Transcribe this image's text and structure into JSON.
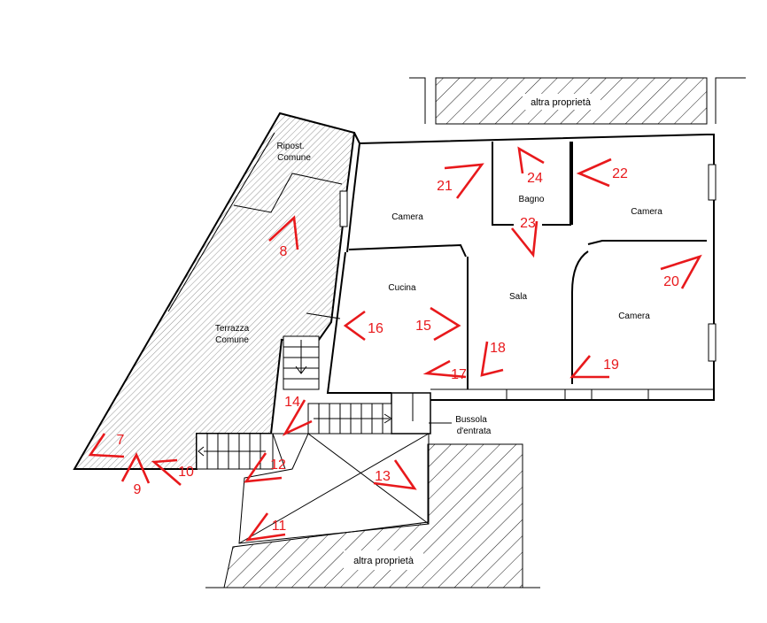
{
  "rooms": {
    "altra_top": "altra proprietà",
    "altra_bottom": "altra proprietà",
    "ripost_1": "Ripost.",
    "ripost_2": "Comune",
    "camera_left": "Camera",
    "bagno": "Bagno",
    "camera_right_top": "Camera",
    "cucina": "Cucina",
    "sala": "Sala",
    "camera_right_bottom": "Camera",
    "terrazza_1": "Terrazza",
    "terrazza_2": "Comune",
    "bussola_1": "Bussola",
    "bussola_2": "d'entrata"
  },
  "viewpoints": [
    "7",
    "8",
    "9",
    "10",
    "11",
    "12",
    "13",
    "14",
    "15",
    "16",
    "17",
    "18",
    "19",
    "20",
    "21",
    "22",
    "23",
    "24"
  ],
  "colors": {
    "marker": "#e8191c",
    "walls": "#000000",
    "background": "#ffffff"
  }
}
